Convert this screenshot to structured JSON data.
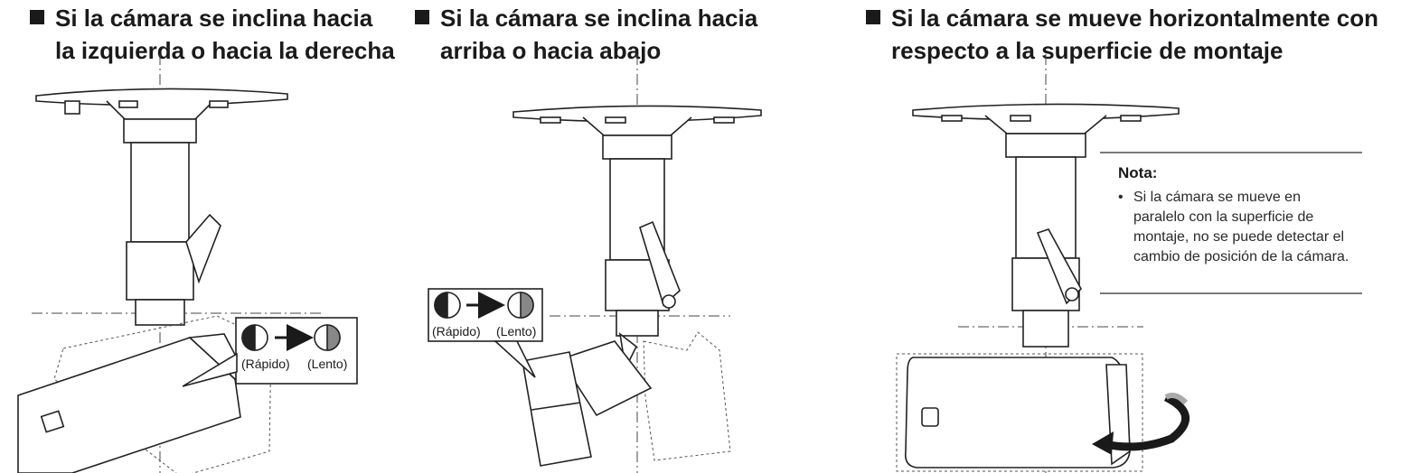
{
  "sections": [
    {
      "title_line1": "Si la cámara se inclina hacia",
      "title_line2": "la izquierda o hacia la derecha"
    },
    {
      "title_line1": "Si la cámara se inclina hacia",
      "title_line2": "arriba o hacia abajo"
    },
    {
      "title_line1": "Si la cámara se mueve horizontalmente con",
      "title_line2": "respecto a la superficie de montaje"
    }
  ],
  "callout": {
    "fast_label": "(Rápido)",
    "slow_label": "(Lento)"
  },
  "note": {
    "title": "Nota:",
    "bullet": "•",
    "text": "Si la cámara se mueve en paralelo con la superficie de montaje, no se puede detectar el cambio de posición de la cámara."
  },
  "colors": {
    "ink": "#1a1a1a",
    "line": "#333333",
    "fill_light": "#ffffff",
    "rule": "#7a7a7a"
  },
  "icons": [
    "square-bullet-icon",
    "half-circle-icon",
    "arrow-right-icon",
    "curved-arrow-icon"
  ]
}
